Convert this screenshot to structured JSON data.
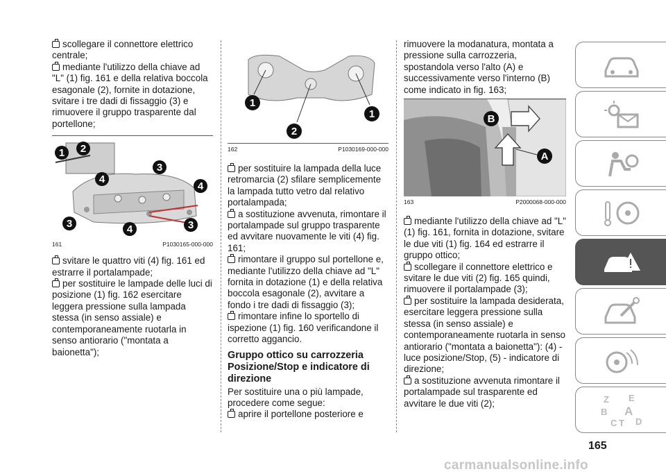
{
  "col1": {
    "intro": [
      "scollegare il connettore elettrico centrale;",
      "mediante l'utilizzo della chiave ad \"L\" (1) fig. 161 e della relativa boccola esagonale (2), fornite in dotazione, svitare i tre dadi di fissaggio (3) e rimuovere il gruppo trasparente dal portellone;"
    ],
    "fig": {
      "number": "161",
      "code": "P1030165-000-000",
      "callouts": [
        "1",
        "2",
        "3",
        "4",
        "4",
        "3",
        "4",
        "3"
      ]
    },
    "after": [
      "svitare le quattro viti (4) fig. 161 ed estrarre il portalampade;",
      "per sostituire le lampade delle luci di posizione (1) fig. 162 esercitare leggera pressione sulla lampada stessa (in senso assiale) e contemporaneamente ruotarla in senso antiorario (\"montata a baionetta\");"
    ]
  },
  "col2": {
    "fig": {
      "number": "162",
      "code": "P1030169-000-000",
      "callouts": [
        "1",
        "1",
        "2"
      ]
    },
    "items": [
      "per sostituire la lampada della luce retromarcia (2) sfilare semplicemente la lampada tutto vetro dal relativo portalampada;",
      "a sostituzione avvenuta, rimontare il portalampade sul gruppo trasparente ed avvitare nuovamente le viti (4) fig. 161;",
      "rimontare il gruppo sul portellone e, mediante l'utilizzo della chiave ad \"L\" fornita in dotazione (1) e della relativa boccola esagonale (2), avvitare a fondo i tre dadi di fissaggio (3);",
      "rimontare infine lo sportello di ispezione (1) fig. 160 verificandone il corretto aggancio."
    ],
    "heading": "Gruppo ottico su carrozzeria Posizione/Stop e indicatore di direzione",
    "para": "Per sostituire una o più lampade, procedere come segue:",
    "last_item": "aprire il portellone posteriore e"
  },
  "col3": {
    "intro": "rimuovere la modanatura, montata a pressione sulla carrozzeria, spostandola verso l'alto (A) e successivamente verso l'interno (B) come indicato in fig. 163;",
    "fig": {
      "number": "163",
      "code": "P2000068-000-000",
      "callouts": [
        "B",
        "A"
      ]
    },
    "items": [
      "mediante l'utilizzo della chiave ad \"L\" (1) fig. 161, fornita in dotazione, svitare le due viti (1) fig. 164 ed estrarre il gruppo ottico;",
      "scollegare il connettore elettrico e svitare le due viti (2) fig. 165 quindi, rimuovere il portalampade (3);",
      "per sostituire la lampada desiderata, esercitare leggera pressione sulla stessa (in senso assiale) e contemporaneamente ruotarla in senso antiorario (\"montata a baionetta\"): (4) - luce posizione/Stop, (5) - indicatore di direzione;",
      "a sostituzione avvenuta rimontare il portalampade sul trasparente ed avvitare le due viti (2);"
    ]
  },
  "sidebar": {
    "tabs": [
      {
        "icon": "car-dashboard-icon",
        "active": false
      },
      {
        "icon": "lights-message-icon",
        "active": false
      },
      {
        "icon": "safety-airbag-icon",
        "active": false
      },
      {
        "icon": "key-steering-wheel-icon",
        "active": false
      },
      {
        "icon": "emergency-car-icon",
        "active": true
      },
      {
        "icon": "maintenance-wrench-icon",
        "active": false
      },
      {
        "icon": "multimedia-icon",
        "active": false
      },
      {
        "icon": "index-letters-icon",
        "active": false
      }
    ],
    "index_letters": [
      "Z",
      "E",
      "B",
      "A",
      "C",
      "T",
      "D"
    ]
  },
  "page_number": "165",
  "watermark": "carmanualsonline.info"
}
